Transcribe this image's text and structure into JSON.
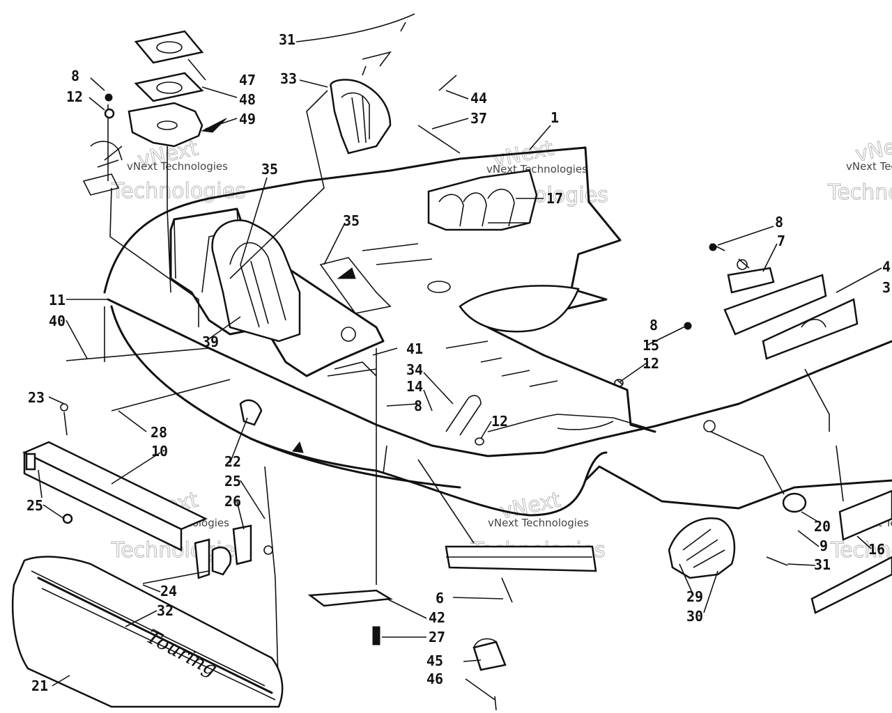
{
  "watermark": {
    "line1": "vNext",
    "line2": "vNext Technologies",
    "line3": "Technologies"
  },
  "emblem_text": "Touring",
  "callouts": [
    {
      "id": "c-31a",
      "label": "31"
    },
    {
      "id": "c-47",
      "label": "47"
    },
    {
      "id": "c-8a",
      "label": "8"
    },
    {
      "id": "c-48",
      "label": "48"
    },
    {
      "id": "c-12a",
      "label": "12"
    },
    {
      "id": "c-49",
      "label": "49"
    },
    {
      "id": "c-33",
      "label": "33"
    },
    {
      "id": "c-44",
      "label": "44"
    },
    {
      "id": "c-37",
      "label": "37"
    },
    {
      "id": "c-1",
      "label": "1"
    },
    {
      "id": "c-35a",
      "label": "35"
    },
    {
      "id": "c-17",
      "label": "17"
    },
    {
      "id": "c-35b",
      "label": "35"
    },
    {
      "id": "c-8b",
      "label": "8"
    },
    {
      "id": "c-7",
      "label": "7"
    },
    {
      "id": "c-4",
      "label": "4"
    },
    {
      "id": "c-3",
      "label": "3"
    },
    {
      "id": "c-11",
      "label": "11"
    },
    {
      "id": "c-40",
      "label": "40"
    },
    {
      "id": "c-39",
      "label": "39"
    },
    {
      "id": "c-41",
      "label": "41"
    },
    {
      "id": "c-8c",
      "label": "8"
    },
    {
      "id": "c-15",
      "label": "15"
    },
    {
      "id": "c-12b",
      "label": "12"
    },
    {
      "id": "c-34",
      "label": "34"
    },
    {
      "id": "c-14",
      "label": "14"
    },
    {
      "id": "c-23",
      "label": "23"
    },
    {
      "id": "c-8d",
      "label": "8"
    },
    {
      "id": "c-28",
      "label": "28"
    },
    {
      "id": "c-12c",
      "label": "12"
    },
    {
      "id": "c-10",
      "label": "10"
    },
    {
      "id": "c-22",
      "label": "22"
    },
    {
      "id": "c-25a",
      "label": "25"
    },
    {
      "id": "c-26",
      "label": "26"
    },
    {
      "id": "c-25b",
      "label": "25"
    },
    {
      "id": "c-20",
      "label": "20"
    },
    {
      "id": "c-9",
      "label": "9"
    },
    {
      "id": "c-16",
      "label": "16"
    },
    {
      "id": "c-31b",
      "label": "31"
    },
    {
      "id": "c-24",
      "label": "24"
    },
    {
      "id": "c-32",
      "label": "32"
    },
    {
      "id": "c-6",
      "label": "6"
    },
    {
      "id": "c-29",
      "label": "29"
    },
    {
      "id": "c-30",
      "label": "30"
    },
    {
      "id": "c-42",
      "label": "42"
    },
    {
      "id": "c-27",
      "label": "27"
    },
    {
      "id": "c-45",
      "label": "45"
    },
    {
      "id": "c-21",
      "label": "21"
    },
    {
      "id": "c-46",
      "label": "46"
    }
  ]
}
